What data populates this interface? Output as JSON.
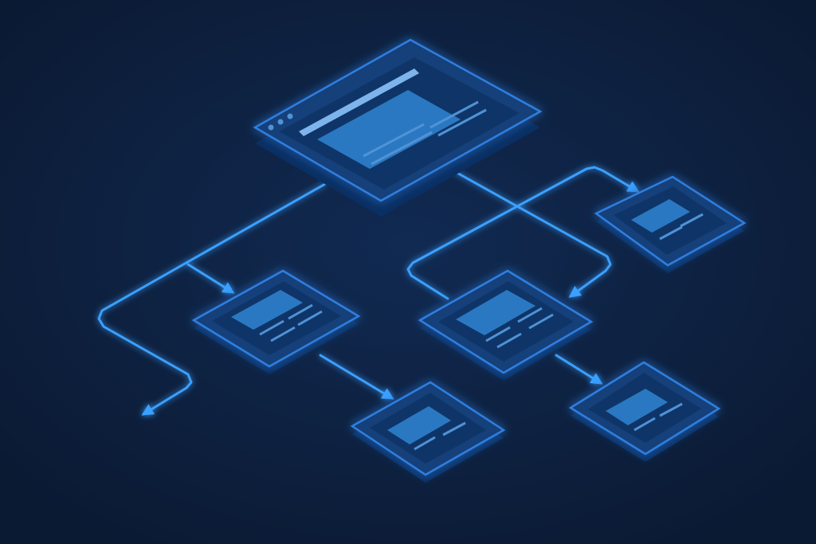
{
  "theme": {
    "background": "#0b1a33",
    "background_glow": "#112a52",
    "connector": "#3aa0ff",
    "connector_glow": "#1e6fd0",
    "card_edge": "#0a2f63",
    "card_top": "#123f7a",
    "card_border": "#2f7fe0",
    "card_inner": "#0f3568",
    "content_block": "#2b78c2",
    "text_line": "#4f93d6",
    "header_bar": "#7db4ec"
  },
  "diagram": {
    "root": {
      "kind": "browser-window",
      "window_dots": 3
    },
    "children": [
      {
        "name": "child-card-left"
      },
      {
        "name": "child-card-center"
      },
      {
        "name": "child-card-right"
      },
      {
        "name": "grandchild-card-left"
      },
      {
        "name": "grandchild-card-center"
      }
    ]
  }
}
